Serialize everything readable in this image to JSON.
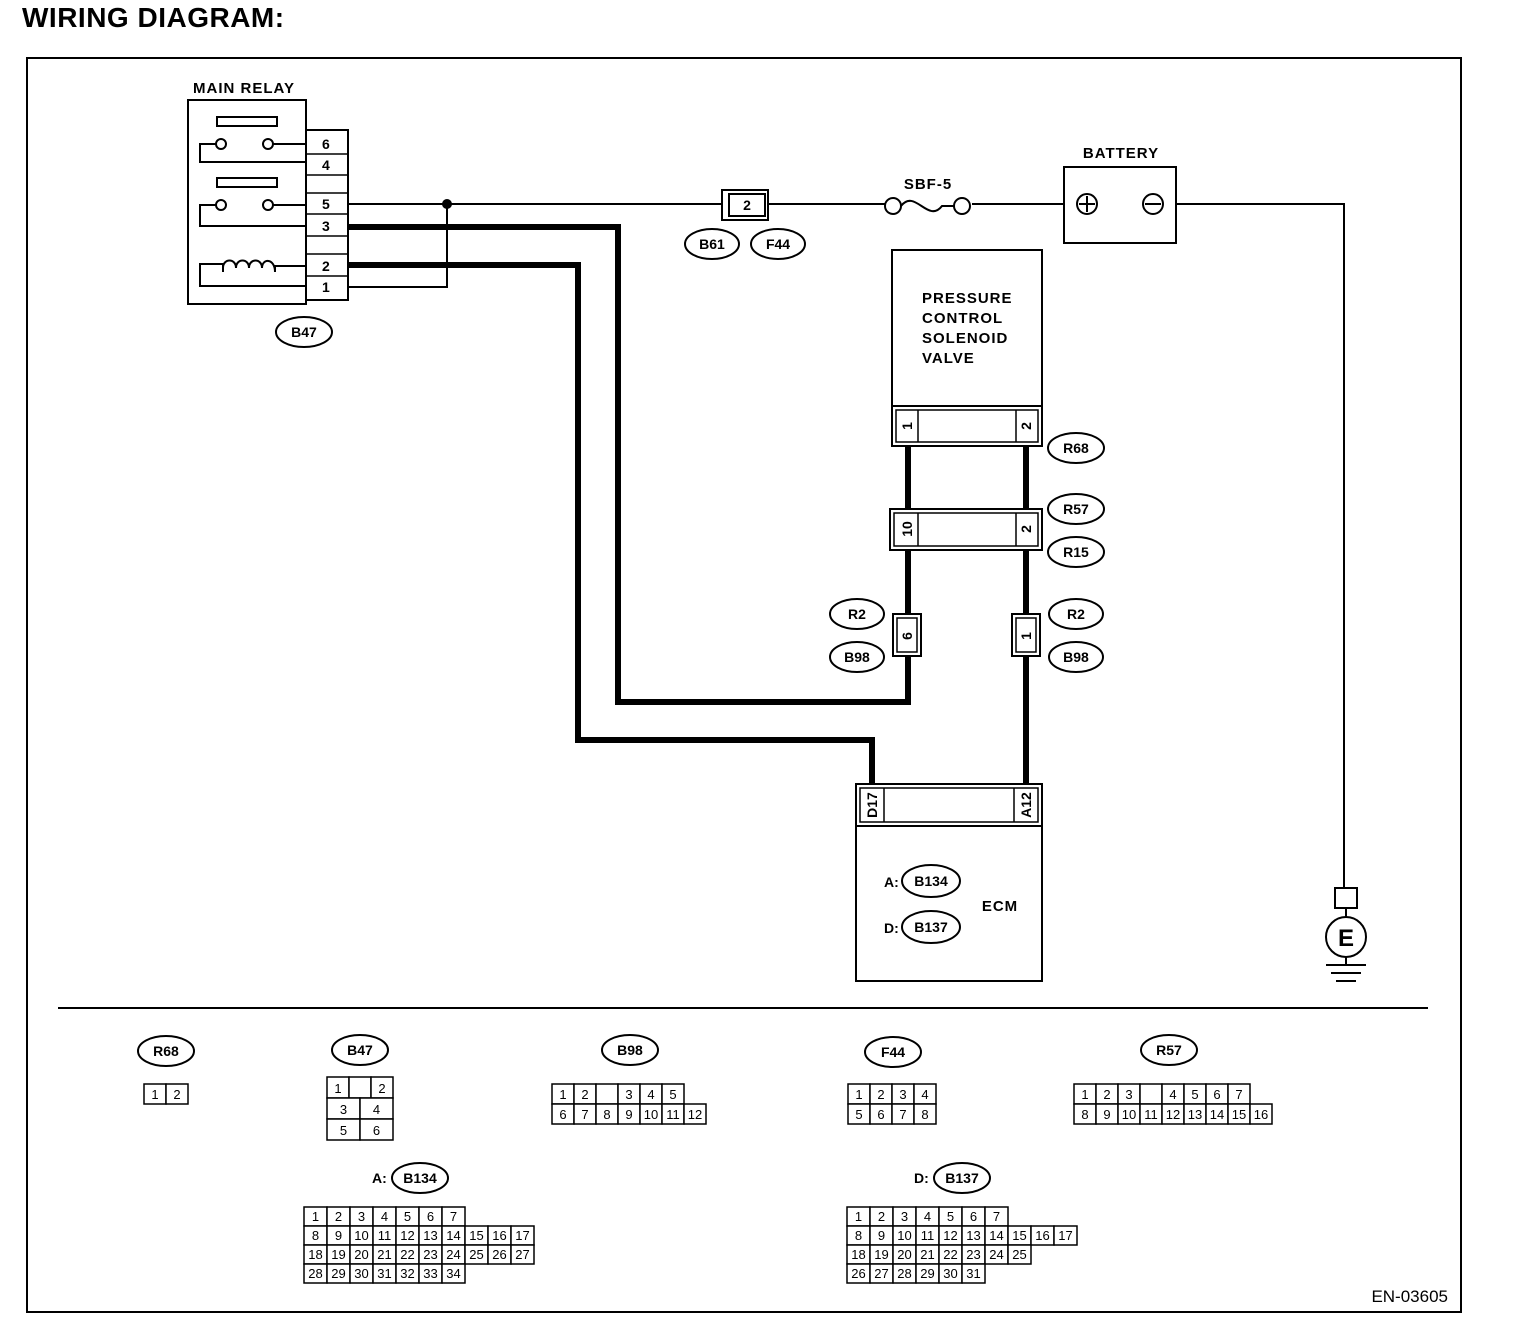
{
  "title": "WIRING DIAGRAM:",
  "figure_code": "EN-03605",
  "main_relay": {
    "label": "MAIN RELAY",
    "pins": [
      "6",
      "4",
      "5",
      "3",
      "2",
      "1"
    ],
    "connector": "B47"
  },
  "junction_connector": {
    "pin": "2",
    "tags": [
      "B61",
      "F44"
    ]
  },
  "fuse": "SBF-5",
  "battery": {
    "label": "BATTERY",
    "plus": "⊕",
    "minus": "⊖"
  },
  "solenoid": {
    "label_lines": [
      "PRESSURE",
      "CONTROL",
      "SOLENOID",
      "VALVE"
    ],
    "pins": [
      "1",
      "2"
    ],
    "connector": "R68"
  },
  "mid_connector": {
    "pins": [
      "10",
      "2"
    ],
    "tags": [
      "R57",
      "R15"
    ]
  },
  "left_splice": {
    "pin": "6",
    "tags": [
      "R2",
      "B98"
    ]
  },
  "right_splice": {
    "pin": "1",
    "tags": [
      "R2",
      "B98"
    ]
  },
  "ecm": {
    "label": "ECM",
    "pins": [
      "D17",
      "A12"
    ],
    "connectors": [
      {
        "prefix": "A:",
        "name": "B134"
      },
      {
        "prefix": "D:",
        "name": "B137"
      }
    ]
  },
  "ground": "E",
  "connector_views": {
    "R68": {
      "name": "R68",
      "rows": [
        [
          "1",
          "2"
        ]
      ]
    },
    "B47": {
      "name": "B47",
      "rows": [
        [
          "1",
          "",
          "2"
        ],
        [
          "3",
          "4"
        ],
        [
          "5",
          "6"
        ]
      ]
    },
    "B98": {
      "name": "B98",
      "rows": [
        [
          "1",
          "2",
          "",
          "3",
          "4",
          "5"
        ],
        [
          "6",
          "7",
          "8",
          "9",
          "10",
          "11",
          "12"
        ]
      ]
    },
    "F44": {
      "name": "F44",
      "rows": [
        [
          "1",
          "2",
          "3",
          "4"
        ],
        [
          "5",
          "6",
          "7",
          "8"
        ]
      ]
    },
    "R57": {
      "name": "R57",
      "rows": [
        [
          "1",
          "2",
          "3",
          "",
          "4",
          "5",
          "6",
          "7"
        ],
        [
          "8",
          "9",
          "10",
          "11",
          "12",
          "13",
          "14",
          "15",
          "16"
        ]
      ]
    },
    "B134": {
      "prefix": "A:",
      "name": "B134",
      "rows": [
        [
          "1",
          "2",
          "3",
          "4",
          "5",
          "6",
          "7"
        ],
        [
          "8",
          "9",
          "10",
          "11",
          "12",
          "13",
          "14",
          "15",
          "16",
          "17"
        ],
        [
          "18",
          "19",
          "20",
          "21",
          "22",
          "23",
          "24",
          "25",
          "26",
          "27"
        ],
        [
          "28",
          "29",
          "30",
          "31",
          "32",
          "33",
          "34"
        ]
      ]
    },
    "B137": {
      "prefix": "D:",
      "name": "B137",
      "rows": [
        [
          "1",
          "2",
          "3",
          "4",
          "5",
          "6",
          "7"
        ],
        [
          "8",
          "9",
          "10",
          "11",
          "12",
          "13",
          "14",
          "15",
          "16",
          "17"
        ],
        [
          "18",
          "19",
          "20",
          "21",
          "22",
          "23",
          "24",
          "25"
        ],
        [
          "26",
          "27",
          "28",
          "29",
          "30",
          "31"
        ]
      ]
    }
  }
}
